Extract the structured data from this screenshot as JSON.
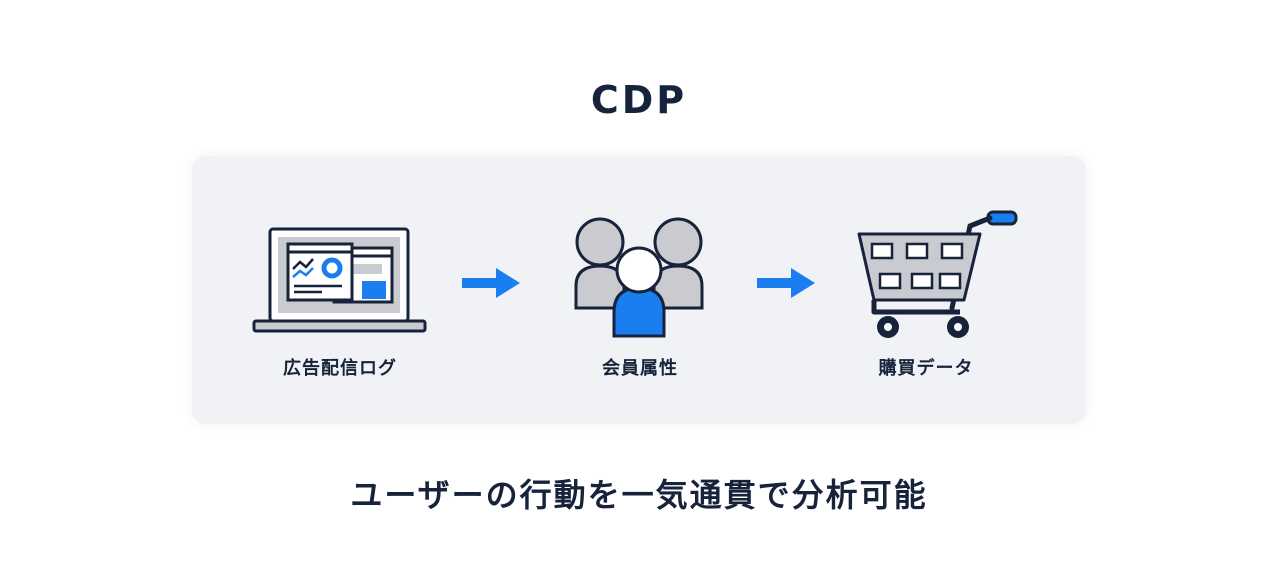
{
  "title": "CDP",
  "steps": [
    {
      "label": "広告配信ログ",
      "icon": "laptop-dashboard-icon"
    },
    {
      "label": "会員属性",
      "icon": "user-group-icon"
    },
    {
      "label": "購買データ",
      "icon": "shopping-cart-icon"
    }
  ],
  "caption": "ユーザーの行動を一気通貫で分析可能",
  "colors": {
    "accent": "#1a7ef0",
    "ink": "#17233a",
    "gray": "#c9cbd0",
    "panel": "#f0f2f5"
  }
}
